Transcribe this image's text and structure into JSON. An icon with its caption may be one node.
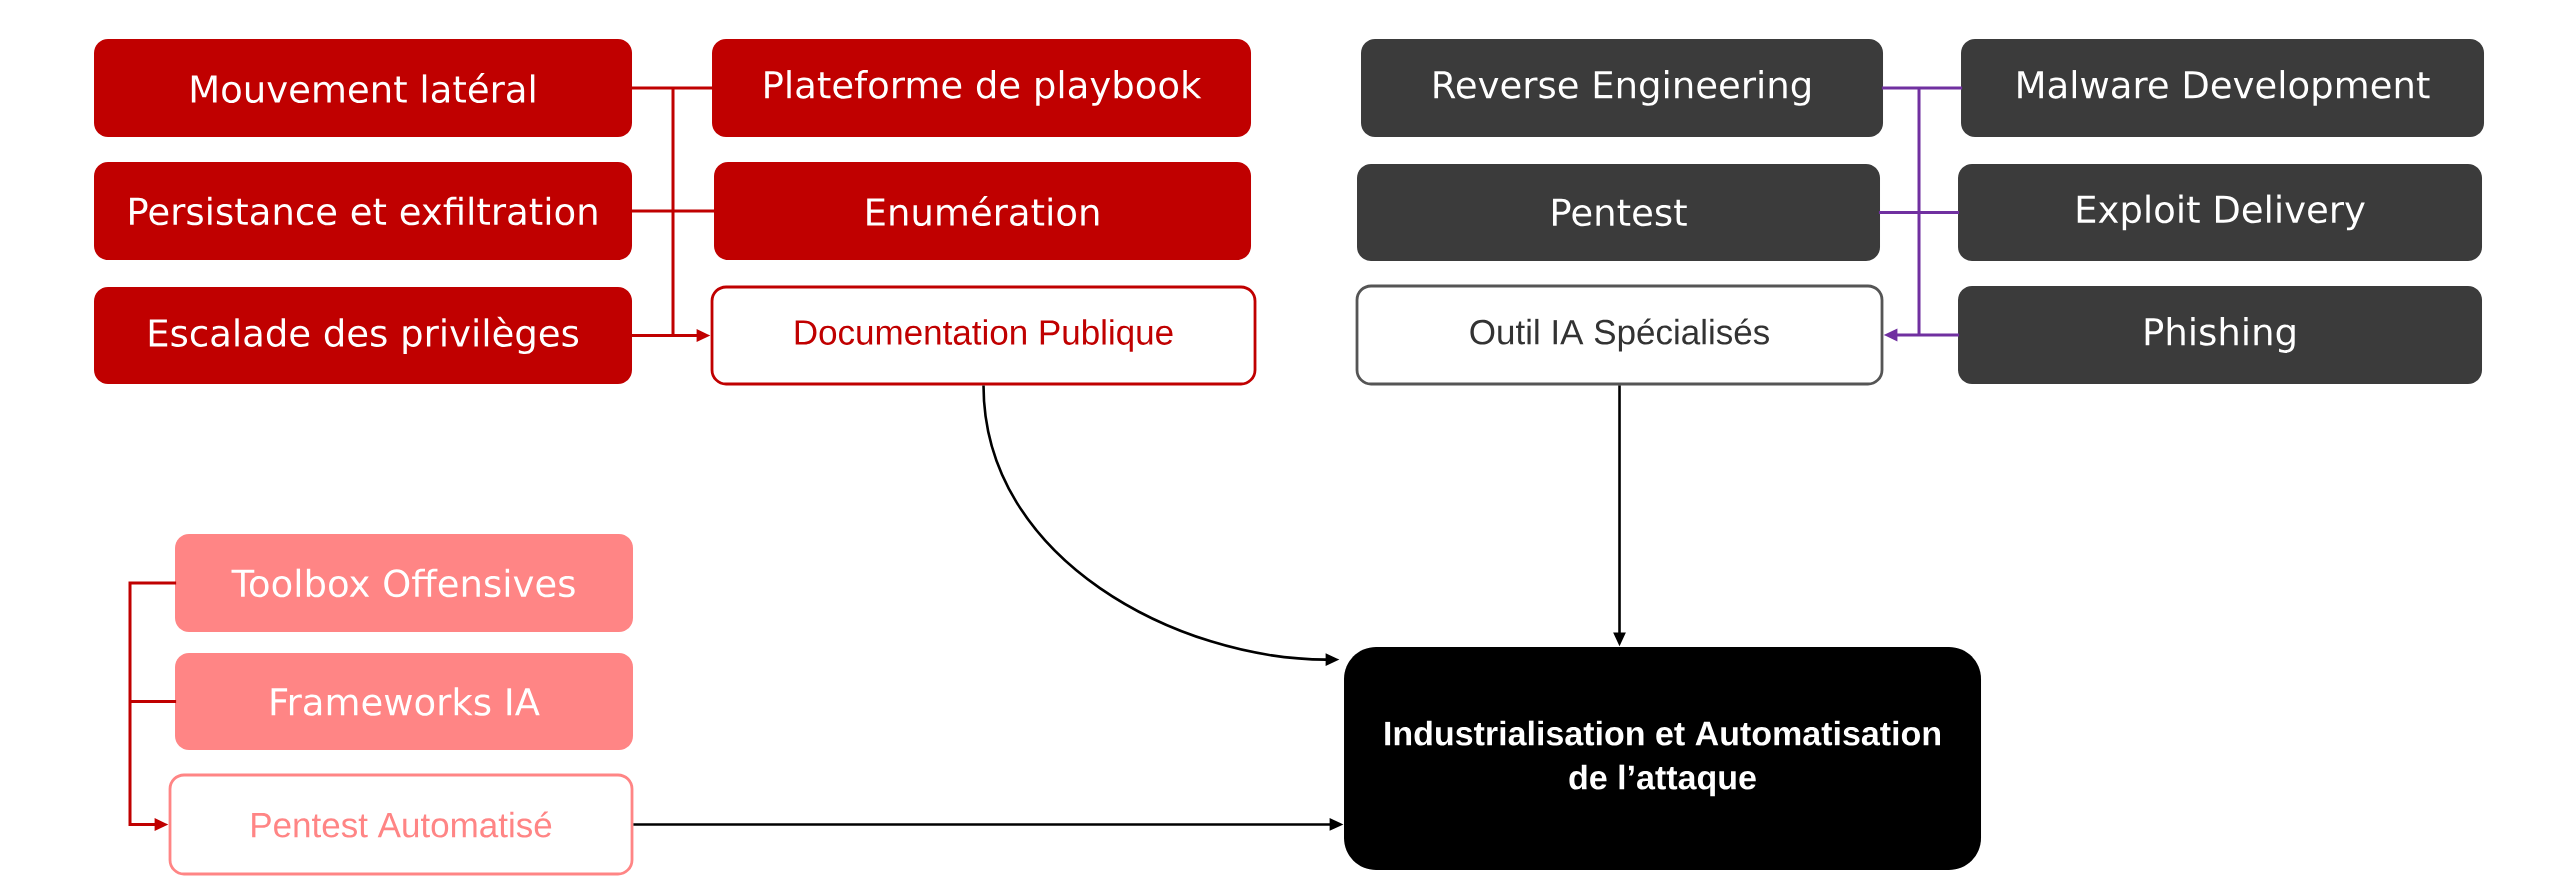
{
  "diagram": {
    "nodes": [
      {
        "text": [
          "Mouvement latéral"
        ]
      },
      {
        "text": [
          "Plateforme de playbook"
        ]
      },
      {
        "text": [
          "Persistance et exfiltration"
        ]
      },
      {
        "text": [
          "Enumération"
        ]
      },
      {
        "text": [
          "Escalade des privilèges"
        ]
      },
      {
        "text": [
          "Documentation Publique"
        ]
      },
      {
        "text": [
          "Reverse Engineering"
        ]
      },
      {
        "text": [
          "Malware Development"
        ]
      },
      {
        "text": [
          "Pentest"
        ]
      },
      {
        "text": [
          "Exploit Delivery"
        ]
      },
      {
        "text": [
          "Outil IA Spécialisés"
        ]
      },
      {
        "text": [
          "Phishing"
        ]
      },
      {
        "text": [
          "Toolbox Offensives"
        ]
      },
      {
        "text": [
          "Frameworks IA"
        ]
      },
      {
        "text": [
          "Pentest Automatisé"
        ]
      },
      {
        "text": [
          "Industrialisation et Automatisation de l’attaque"
        ]
      }
    ],
    "edges": [
      {
        "from": 0,
        "to": 5,
        "arrow": "to"
      },
      {
        "from": 2,
        "to": 5,
        "arrow": "to"
      },
      {
        "from": 4,
        "to": 5,
        "arrow": "to"
      },
      {
        "from": 1,
        "to": 5,
        "arrow": "to"
      },
      {
        "from": 3,
        "to": 5,
        "arrow": "to"
      },
      {
        "from": 6,
        "to": 10,
        "arrow": "to",
        "color": "#7030a0"
      },
      {
        "from": 8,
        "to": 10,
        "arrow": "to",
        "color": "#7030a0"
      },
      {
        "from": 7,
        "to": 10,
        "arrow": "to",
        "color": "#7030a0"
      },
      {
        "from": 9,
        "to": 10,
        "arrow": "to",
        "color": "#7030a0"
      },
      {
        "from": 11,
        "to": 10,
        "arrow": "to",
        "color": "#7030a0"
      },
      {
        "from": 12,
        "to": 14,
        "arrow": "to"
      },
      {
        "from": 13,
        "to": 14,
        "arrow": "to"
      },
      {
        "from": 5,
        "to": 15,
        "arrow": "to",
        "color": "#000000"
      },
      {
        "from": 10,
        "to": 15,
        "arrow": "to",
        "color": "#000000"
      },
      {
        "from": 14,
        "to": 15,
        "arrow": "to",
        "color": "#000000"
      }
    ]
  }
}
